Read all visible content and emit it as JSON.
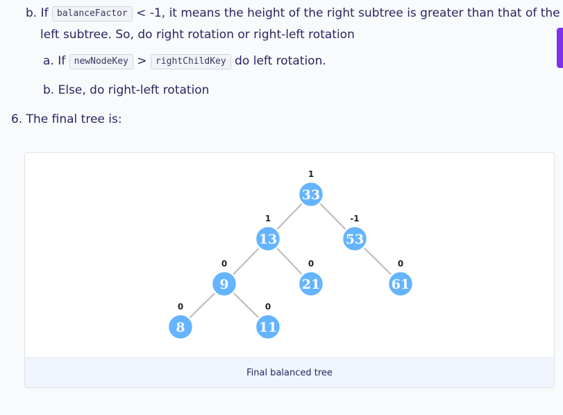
{
  "step_b": {
    "prefix": "b. If",
    "code": "balanceFactor",
    "text": "< -1, it means the height of the right subtree is greater than that of the",
    "text2": "left subtree. So, do right rotation or right-left rotation"
  },
  "sub_a": {
    "prefix": "a. If",
    "code1": "newNodeKey",
    "op": ">",
    "code2": "rightChildKey",
    "suffix": "do left rotation."
  },
  "sub_b": {
    "text": "b. Else, do right-left rotation"
  },
  "step6": {
    "text": "6. The final tree is:"
  },
  "figure": {
    "caption": "Final balanced tree",
    "tree": {
      "nodes": [
        {
          "id": "n33",
          "key": "33",
          "balance_factor": "1"
        },
        {
          "id": "n13",
          "key": "13",
          "balance_factor": "1"
        },
        {
          "id": "n53",
          "key": "53",
          "balance_factor": "-1"
        },
        {
          "id": "n9",
          "key": "9",
          "balance_factor": "0"
        },
        {
          "id": "n21",
          "key": "21",
          "balance_factor": "0"
        },
        {
          "id": "n61",
          "key": "61",
          "balance_factor": "0"
        },
        {
          "id": "n8",
          "key": "8",
          "balance_factor": "0"
        },
        {
          "id": "n11",
          "key": "11",
          "balance_factor": "0"
        }
      ],
      "edges": [
        [
          "n33",
          "n13"
        ],
        [
          "n33",
          "n53"
        ],
        [
          "n13",
          "n9"
        ],
        [
          "n13",
          "n21"
        ],
        [
          "n53",
          "n61"
        ],
        [
          "n9",
          "n8"
        ],
        [
          "n9",
          "n11"
        ]
      ]
    },
    "colors": {
      "node": "#64b4ff",
      "edge": "#b9b9be"
    }
  }
}
